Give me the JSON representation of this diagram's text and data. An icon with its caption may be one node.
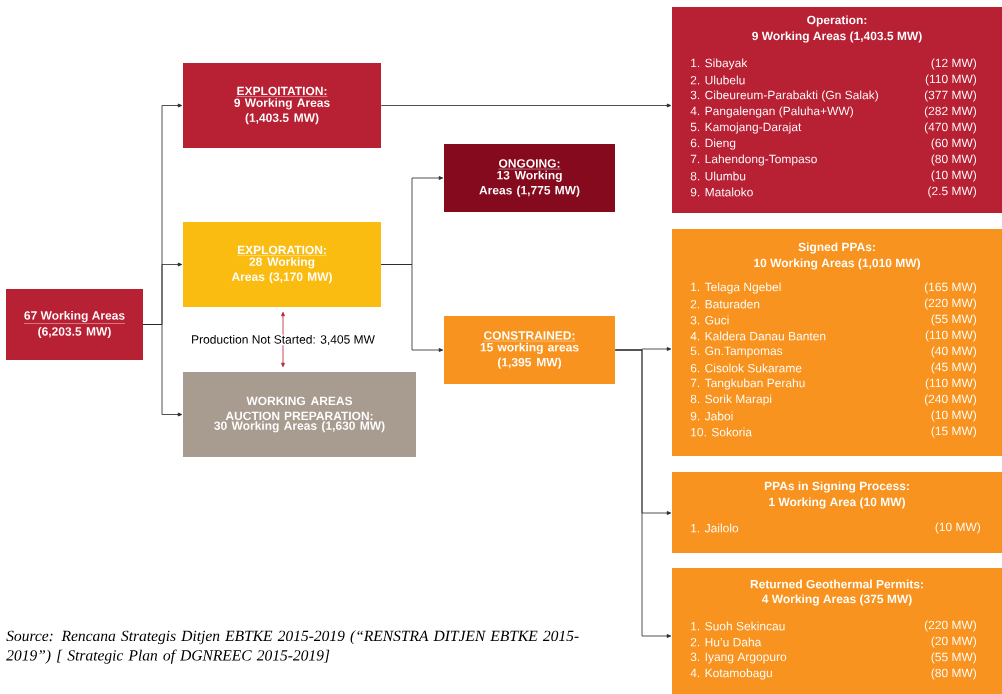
{
  "diagram": {
    "caption": "Source: Rencana Strategis Ditjen EBTKE 2015-2019 (“RENSTRA DITJEN EBTKE 2015-2019”) [ Strategic Plan of DGNREEC 2015-2019]",
    "nodes": [
      {
        "text": [
          "67 Working Areas",
          "(6,203.5 MW)"
        ]
      },
      {
        "text": [
          "EXPLOITATION:",
          "9 Working Areas (1,403.5 MW)"
        ]
      },
      {
        "text": [
          "EXPLORATION:",
          "28 Working Areas (3,170 MW)"
        ]
      },
      {
        "text": [
          "WORKING AREAS AUCTION PREPARATION:",
          "30 Working Areas (1,630 MW)"
        ]
      },
      {
        "text": [
          "ONGOING:",
          "13 Working Areas (1,775 MW)"
        ]
      },
      {
        "text": [
          "CONSTRAINED:",
          "15 working areas (1,395 MW)"
        ]
      },
      {
        "text": [
          "Operation:",
          "9 Working Areas (1,403.5 MW)",
          "1. Sibayak",
          "(12 MW)",
          "2. Ulubelu",
          "(110 MW)",
          "3. Cibeureum-Parabakti (Gn Salak)",
          "(377 MW)",
          "4. Pangalengan (Paluha+WW)",
          "(282 MW)",
          "5. Kamojang-Darajat",
          "(470 MW)",
          "6. Dieng",
          "(60 MW)",
          "7. Lahendong-Tompaso",
          "(80 MW)",
          "8. Ulumbu",
          "(10 MW)",
          "9. Mataloko",
          "(2.5 MW)"
        ]
      },
      {
        "text": [
          "Signed PPAs:",
          "10 Working Areas (1,010 MW)",
          "1. Telaga Ngebel",
          "(165 MW)",
          "2. Baturaden",
          "(220 MW)",
          "3. Guci",
          "(55 MW)",
          "4. Kaldera Danau Banten",
          "(110 MW)",
          "5. Gn.Tampomas",
          "(40 MW)",
          "6. Cisolok Sukarame",
          "(45 MW)",
          "7. Tangkuban Perahu",
          "(110 MW)",
          "8. Sorik Marapi",
          "(240 MW)",
          "9. Jaboi",
          "(10 MW)",
          "10. Sokoria",
          "(15 MW)"
        ]
      },
      {
        "text": [
          "PPAs in Signing Process:",
          "1 Working Area (10 MW)",
          "1. Jailolo",
          "(10 MW)"
        ]
      },
      {
        "text": [
          "Returned Geothermal Permits:",
          "4 Working Areas (375 MW)",
          "1. Suoh Sekincau",
          "(220 MW)",
          "2. Hu’u Daha",
          "(20 MW)",
          "3. Iyang Argopuro",
          "(55 MW)",
          "4. Kotamobagu",
          "(80 MW)"
        ]
      },
      {
        "text": [
          "Production Not Started: 3,405 MW"
        ]
      }
    ],
    "edges": [
      {
        "from": 0,
        "to": 1,
        "arrow": "to"
      },
      {
        "from": 0,
        "to": 2,
        "arrow": "to"
      },
      {
        "from": 0,
        "to": 3,
        "arrow": "to"
      },
      {
        "from": 1,
        "to": 6,
        "arrow": "to"
      },
      {
        "from": 2,
        "to": 4,
        "arrow": "to"
      },
      {
        "from": 2,
        "to": 5,
        "arrow": "to"
      },
      {
        "from": 5,
        "to": 7,
        "arrow": "to"
      },
      {
        "from": 5,
        "to": 8,
        "arrow": "to"
      },
      {
        "from": 5,
        "to": 9,
        "arrow": "to"
      },
      {
        "from": 10,
        "to": 2,
        "arrow": "to",
        "color": "#b82033"
      },
      {
        "from": 10,
        "to": 3,
        "arrow": "to",
        "color": "#b82033"
      }
    ]
  }
}
